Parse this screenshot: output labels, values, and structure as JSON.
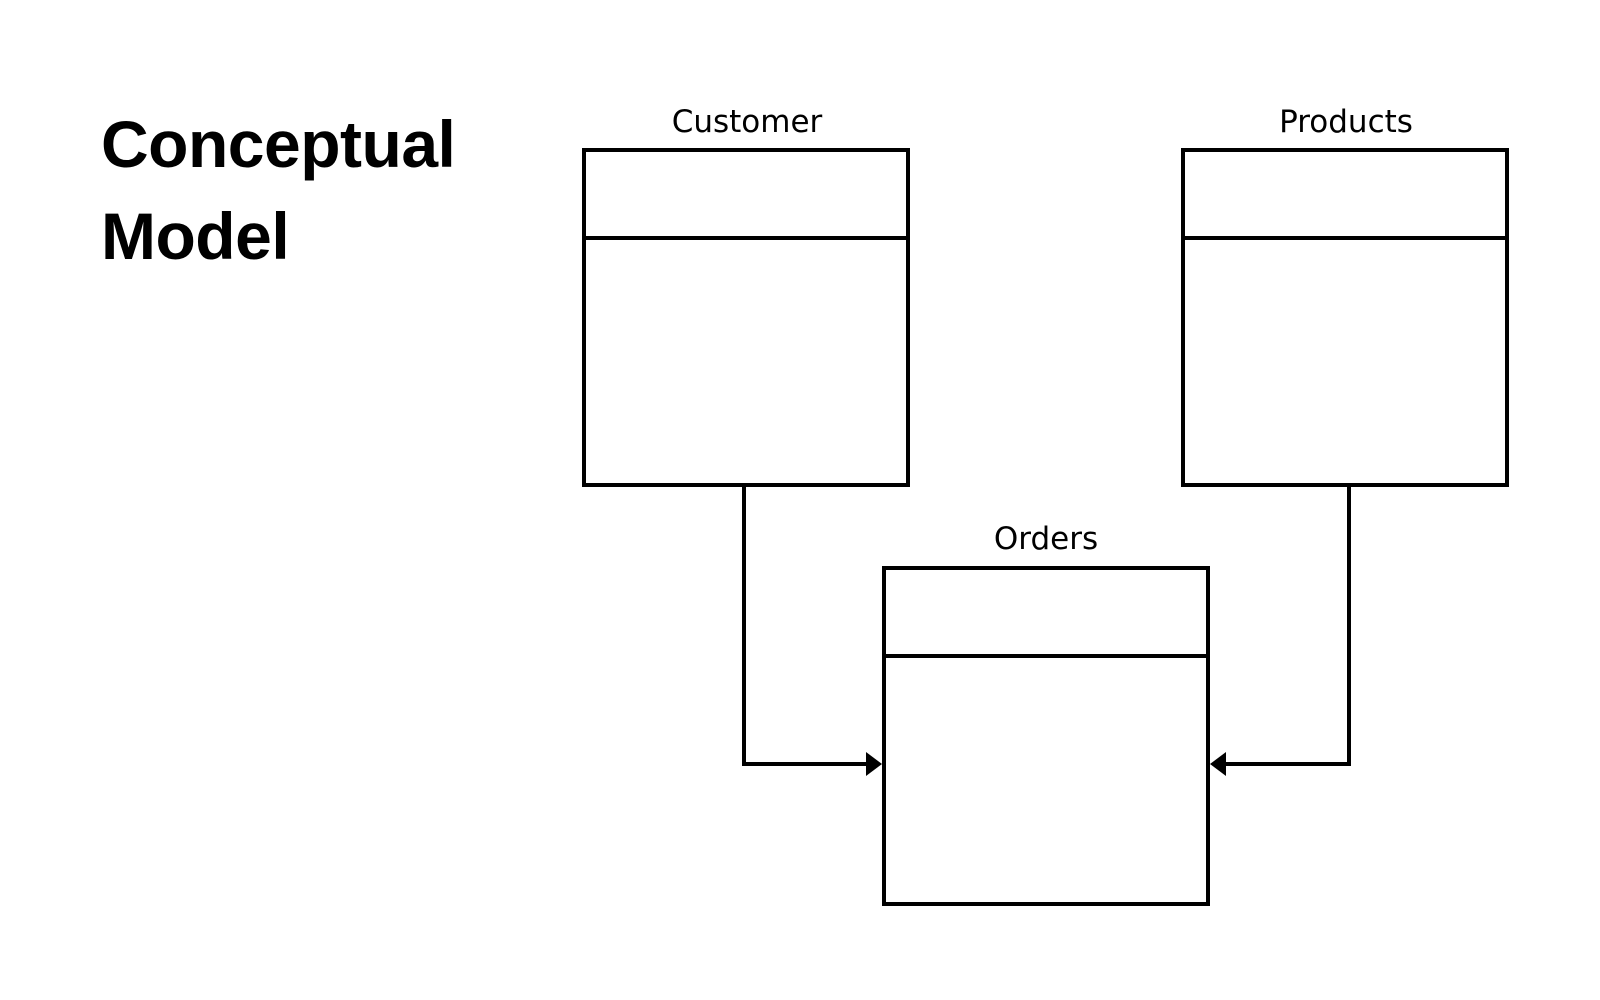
{
  "title": {
    "line1": "Conceptual",
    "line2": "Model"
  },
  "entities": {
    "customer": {
      "name": "Customer"
    },
    "products": {
      "name": "Products"
    },
    "orders": {
      "name": "Orders"
    }
  },
  "relationships": [
    {
      "from": "Customer",
      "to": "Orders"
    },
    {
      "from": "Products",
      "to": "Orders"
    }
  ],
  "colors": {
    "stroke": "#000000",
    "background": "#ffffff"
  }
}
